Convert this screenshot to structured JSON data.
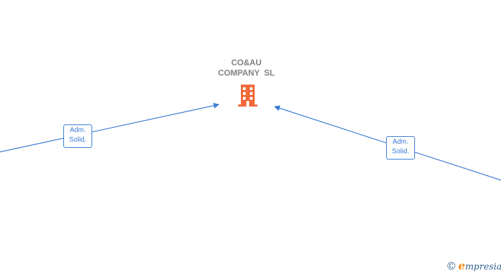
{
  "company": {
    "name_line1": "CO&AU",
    "name_line2": "COMPANY  SL",
    "icon": "building-icon",
    "icon_color": "#f26a3b"
  },
  "relations": [
    {
      "label_line1": "Adm.",
      "label_line2": "Solid."
    },
    {
      "label_line1": "Adm.",
      "label_line2": "Solid."
    }
  ],
  "edge_color": "#3a7bd5",
  "brand": {
    "copyright_symbol": "©",
    "logo_first": "e",
    "logo_rest": "mpresia",
    "logo_accent_color": "#f08c1f",
    "logo_color": "#2f5f8f"
  }
}
